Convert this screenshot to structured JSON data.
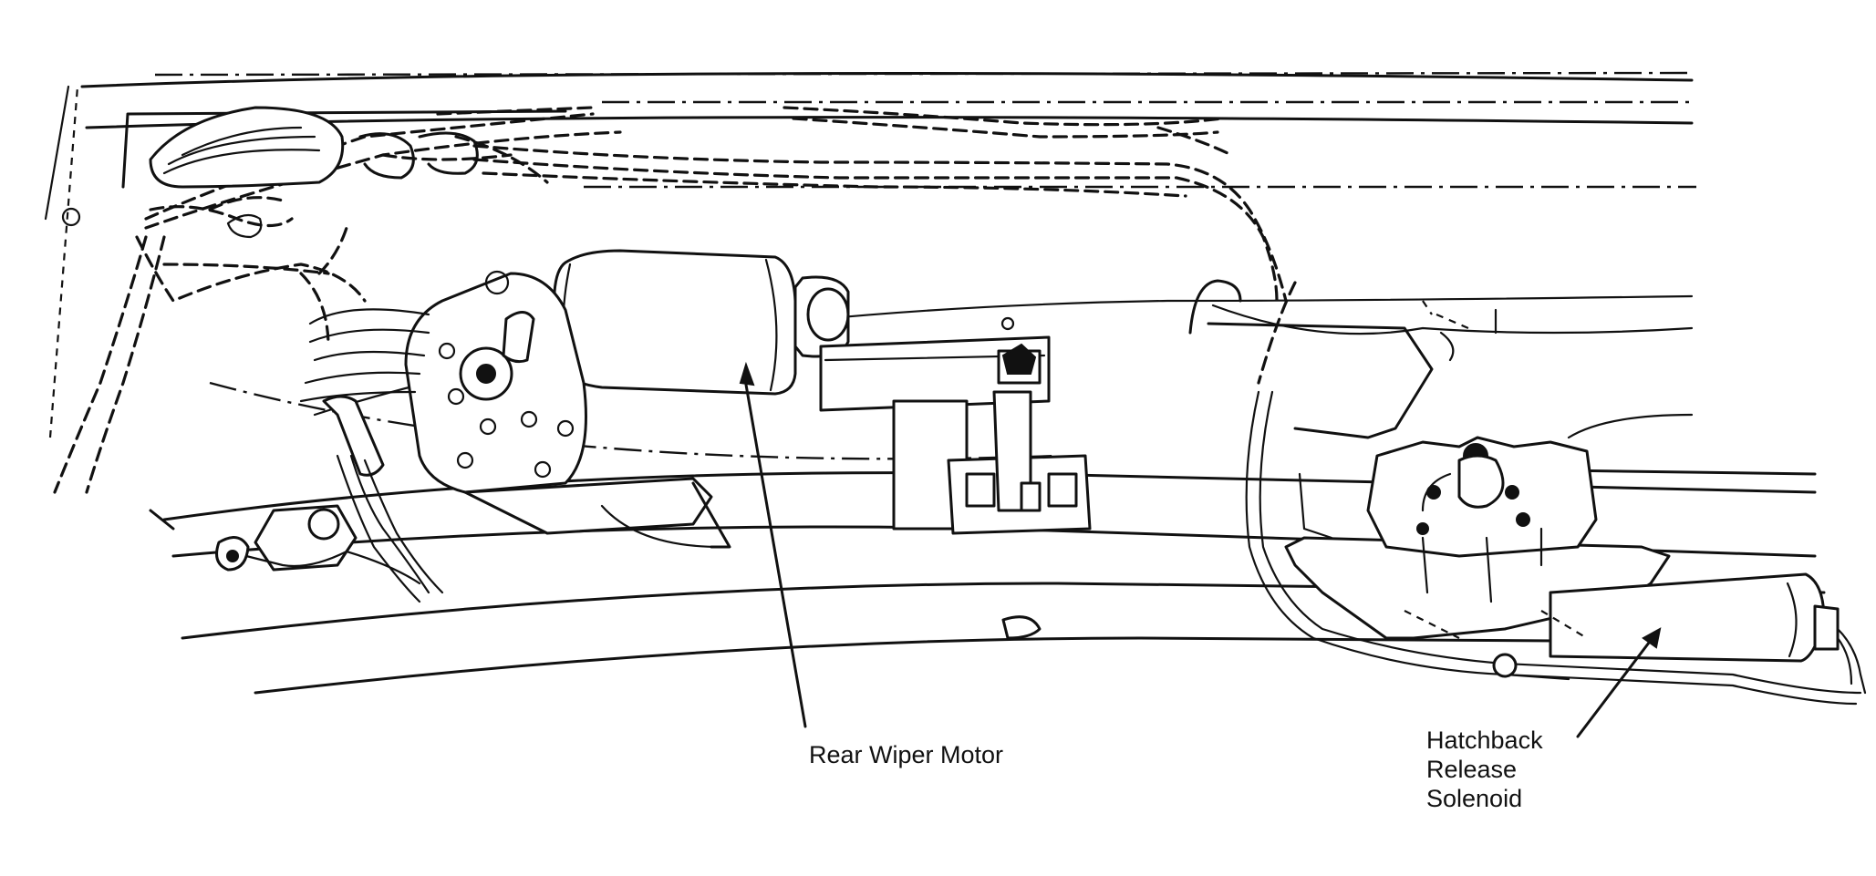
{
  "callouts": {
    "wiper_motor": "Rear Wiper Motor",
    "solenoid_line1": "Hatchback",
    "solenoid_line2": "Release",
    "solenoid_line3": "Solenoid"
  }
}
